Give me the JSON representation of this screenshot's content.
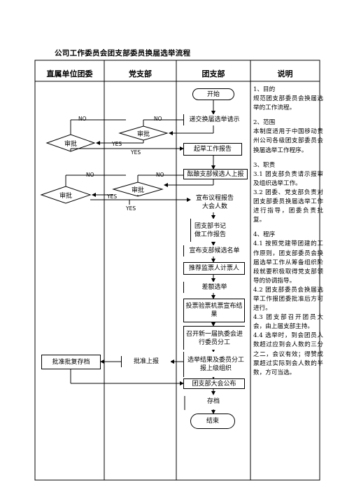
{
  "title": "公司工作委员会团支部委员换届选举流程",
  "headers": [
    "直属单位团委",
    "党支部",
    "团支部",
    "说明"
  ],
  "nodes": {
    "start": "开始",
    "submit_request": "递交换届选举请示",
    "approve1": "审批",
    "approve2": "审批",
    "draft_report": "起草工作报告",
    "prepare_candidates": "酝酿支部候选人上报",
    "approve3": "审批",
    "approve4": "审批",
    "announce_procedure": "宣布议程报告大会人数",
    "secretary_report": "团支部书记做工作报告",
    "announce_candidates": "宣布支部候选名单",
    "recommend_staff": "推荐监票人计票人",
    "election": "差额选举",
    "counting": "投票验票机票宣布结果",
    "first_meeting": "召开新一届执委会进行委员分工",
    "report_results": "选举结果及委员分工报上级组织",
    "approve_report": "批准上报",
    "approve_reply": "批准批复存档",
    "announce_meeting": "团支部大会公布",
    "archive": "存档",
    "end": "结束"
  },
  "labels": {
    "no": "NO",
    "yes": "YES"
  },
  "notes": [
    "1、目的",
    "规范团支部委员会换届选举的工作流程。",
    "",
    "2、范围",
    "本制度适用于中国移动贵州公司各级团支部委员会换届选举工作程序。",
    "",
    "3、职责",
    "3.1 团支部负责请示报审及组织选举工作。",
    "3.2 团委、党支部负责对团支部委员换届选举工作进行指导，团委负责批复。",
    "",
    "4、程序",
    "4.1 按照党建带团建的工作原则，团支部委员会换届选举工作从筹备组织阶段就要积极取得党支部领导的协调指导。",
    "4.2 团支部委员会换届选举工作报团委批准后方可进行。",
    "4.3 团支部召开团员大会，由上届支部主持。",
    "4.4 选举时，到会团员人数超过应到会人数的三分之二，会议有效；得赞成票超过实际到会人数的半数，方可当选。"
  ]
}
